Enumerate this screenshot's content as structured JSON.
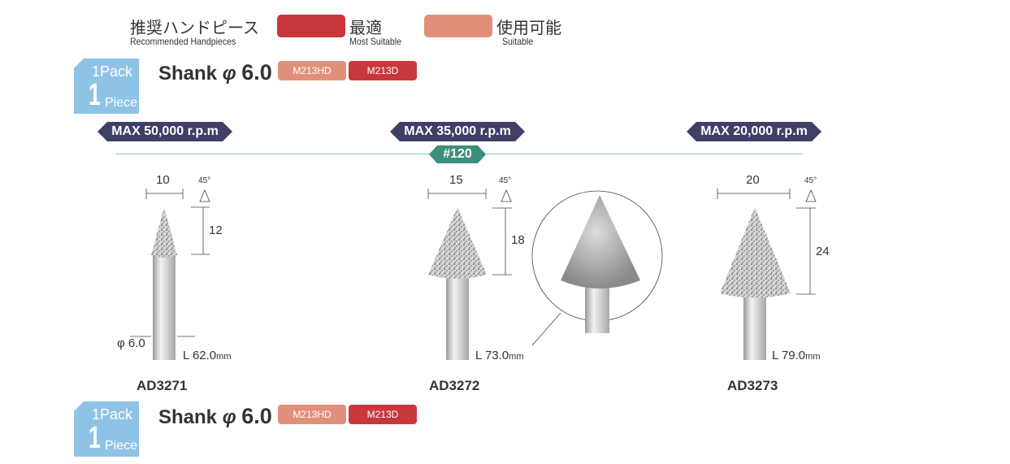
{
  "legend": {
    "title_jp": "推奨ハンドピース",
    "title_en": "Recommended Handpieces",
    "most_jp": "最適",
    "most_en": "Most Suitable",
    "suit_jp": "使用可能",
    "suit_en": "Suitable",
    "colors": {
      "most_suitable": "#c8383b",
      "suitable": "#e0907a"
    }
  },
  "pack_rows": [
    {
      "pack": "1Pack",
      "count": "1",
      "unit": "Piece",
      "shank_label": "Shank",
      "shank_symbol": "φ",
      "shank_value": "6.0",
      "handpieces": [
        {
          "name": "M213HD",
          "level": "suitable"
        },
        {
          "name": "M213D",
          "level": "most_suitable"
        }
      ]
    },
    {
      "pack": "1Pack",
      "count": "1",
      "unit": "Piece",
      "shank_label": "Shank",
      "shank_symbol": "φ",
      "shank_value": "6.0",
      "handpieces": [
        {
          "name": "M213HD",
          "level": "suitable"
        },
        {
          "name": "M213D",
          "level": "most_suitable"
        }
      ]
    }
  ],
  "grit": "#120",
  "products": [
    {
      "code": "AD3271",
      "max_speed": "MAX 50,000 r.p.m",
      "diameter": "10",
      "angle": "45°",
      "height": "12",
      "shank_dia": "φ 6.0",
      "length": "L 62.0",
      "length_unit": "mm"
    },
    {
      "code": "AD3272",
      "max_speed": "MAX 35,000 r.p.m",
      "diameter": "15",
      "angle": "45°",
      "height": "18",
      "length": "L 73.0",
      "length_unit": "mm"
    },
    {
      "code": "AD3273",
      "max_speed": "MAX 20,000 r.p.m",
      "diameter": "20",
      "angle": "45°",
      "height": "24",
      "length": "L 79.0",
      "length_unit": "mm"
    }
  ]
}
